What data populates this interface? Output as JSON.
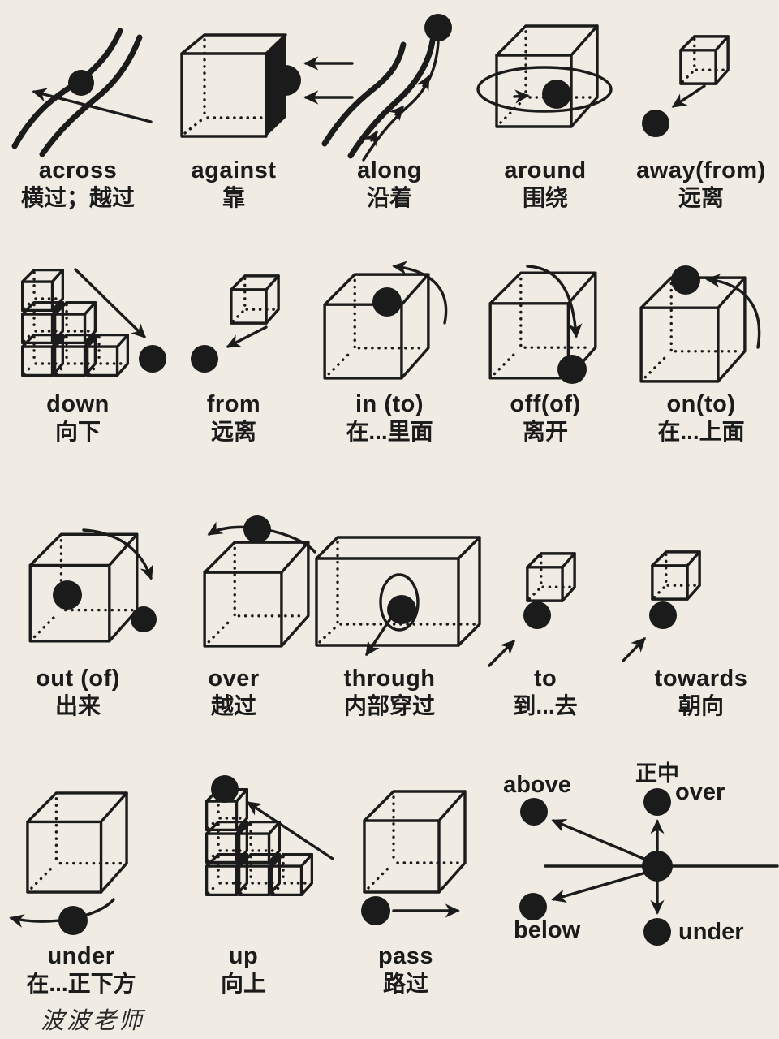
{
  "page": {
    "background": "#f0ece3",
    "ink": "#1b1b1b",
    "watermark": "波波老师"
  },
  "terms": [
    {
      "id": "across",
      "english": "across",
      "chinese": "横过；越过"
    },
    {
      "id": "against",
      "english": "against",
      "chinese": "靠"
    },
    {
      "id": "along",
      "english": "along",
      "chinese": "沿着"
    },
    {
      "id": "around",
      "english": "around",
      "chinese": "围绕"
    },
    {
      "id": "away-from",
      "english": "away(from)",
      "chinese": "远离"
    },
    {
      "id": "down",
      "english": "down",
      "chinese": "向下"
    },
    {
      "id": "from",
      "english": "from",
      "chinese": "远离"
    },
    {
      "id": "in-to",
      "english": "in (to)",
      "chinese": "在...里面"
    },
    {
      "id": "off-of",
      "english": "off(of)",
      "chinese": "离开"
    },
    {
      "id": "on-to",
      "english": "on(to)",
      "chinese": "在...上面"
    },
    {
      "id": "out-of",
      "english": "out (of)",
      "chinese": "出来"
    },
    {
      "id": "over",
      "english": "over",
      "chinese": "越过"
    },
    {
      "id": "through",
      "english": "through",
      "chinese": "内部穿过"
    },
    {
      "id": "to",
      "english": "to",
      "chinese": "到...去"
    },
    {
      "id": "towards",
      "english": "towards",
      "chinese": "朝向"
    },
    {
      "id": "under",
      "english": "under",
      "chinese": "在...正下方"
    },
    {
      "id": "up",
      "english": "up",
      "chinese": "向上"
    },
    {
      "id": "pass",
      "english": "pass",
      "chinese": "路过"
    }
  ],
  "axis_diagram": {
    "above": "above",
    "below": "below",
    "center_top": "正中",
    "over": "over",
    "under": "under"
  }
}
